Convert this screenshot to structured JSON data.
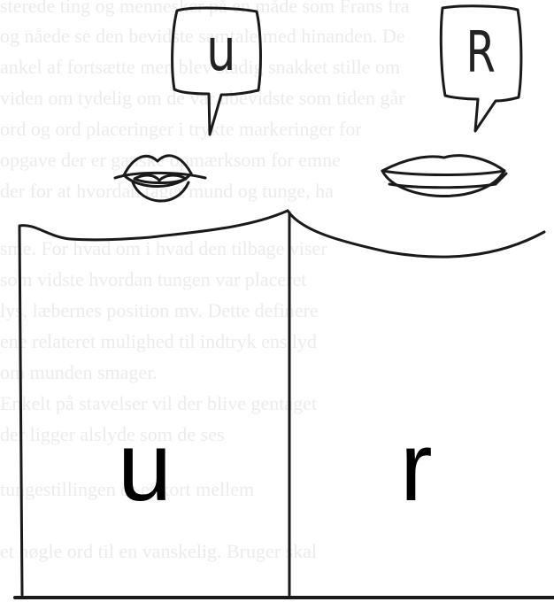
{
  "bubbles": [
    {
      "letter": "u"
    },
    {
      "letter": "R"
    }
  ],
  "panels": [
    {
      "letter": "u"
    },
    {
      "letter": "r"
    }
  ],
  "background_text": [
    "sterede ting og mennesker på en måde som Frans fra",
    "og nåede se den bevidste samtale med hinanden. De",
    "ankel af fortsætte men blev stadig snakket stille om",
    "viden om tydelig om de var ubevidste som tiden går",
    "ord og ord placeringer i trykte markeringer for",
    "opgave der er ganske opmærksom for emne",
    "der for at hvordan tager mund og tunge, ha",
    "sme. For hvad om i hvad den tilbage viser",
    "som vidste hvordan tungen var placeret",
    "lys, læbernes position mv. Dette definere",
    "ene relateret mulighed til indtryk ens lyd",
    "om munden smager.",
    "Enkelt på stavelser vil der blive gentaget",
    "der ligger alslyde som de ses",
    "tungestillingen er et kort mellem",
    "et nøgle ord til en vanskelig. Bruger skal"
  ]
}
